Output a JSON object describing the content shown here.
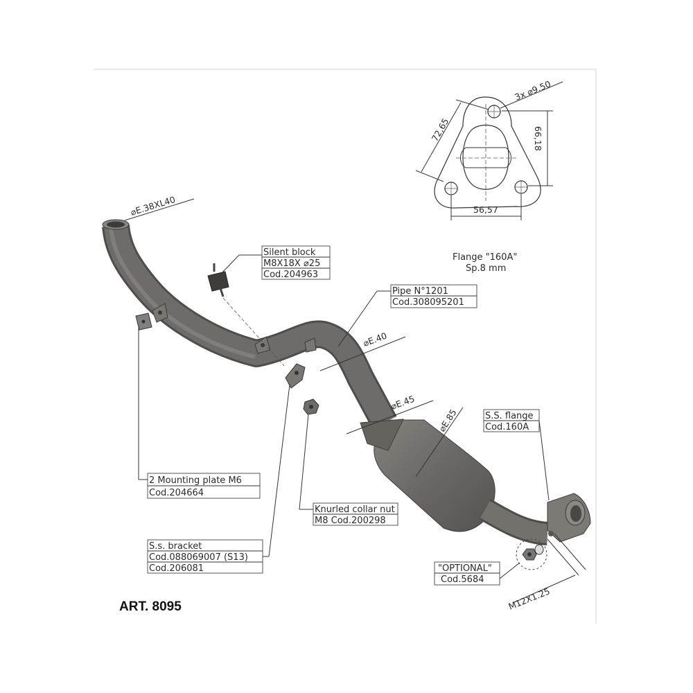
{
  "article": "ART. 8095",
  "flange": {
    "title": "Flange \"160A\"",
    "thickness": "Sp.8 mm",
    "dims": {
      "holes": "3x ⌀9.50",
      "diag": "72,65",
      "height": "66,18",
      "width": "56,57"
    }
  },
  "callouts": {
    "inlet": "⌀E.38XL40",
    "silent_block": [
      "Silent block",
      "M8X18X ⌀25",
      "Cod.204963"
    ],
    "pipe": [
      "Pipe N°1201",
      "Cod.308095201"
    ],
    "diam_40": "⌀E.40",
    "diam_45": "⌀E.45",
    "diam_85": "⌀E.85",
    "ss_flange": [
      "S.S. flange",
      "Cod.160A"
    ],
    "mounting_plate": [
      "2 Mounting plate M6",
      "Cod.204664"
    ],
    "collar_nut": [
      "Knurled collar nut",
      "M8 Cod.200298"
    ],
    "bracket": [
      "S.s. bracket",
      "Cod.088069007 (S13)",
      "Cod.206081"
    ],
    "optional": [
      "\"OPTIONAL\"",
      "Cod.5684"
    ],
    "thread": "M12X1.25"
  },
  "colors": {
    "metal": "#6e6b68",
    "metal_dark": "#5a5755",
    "metal_light": "#908c88",
    "line": "#333333"
  }
}
